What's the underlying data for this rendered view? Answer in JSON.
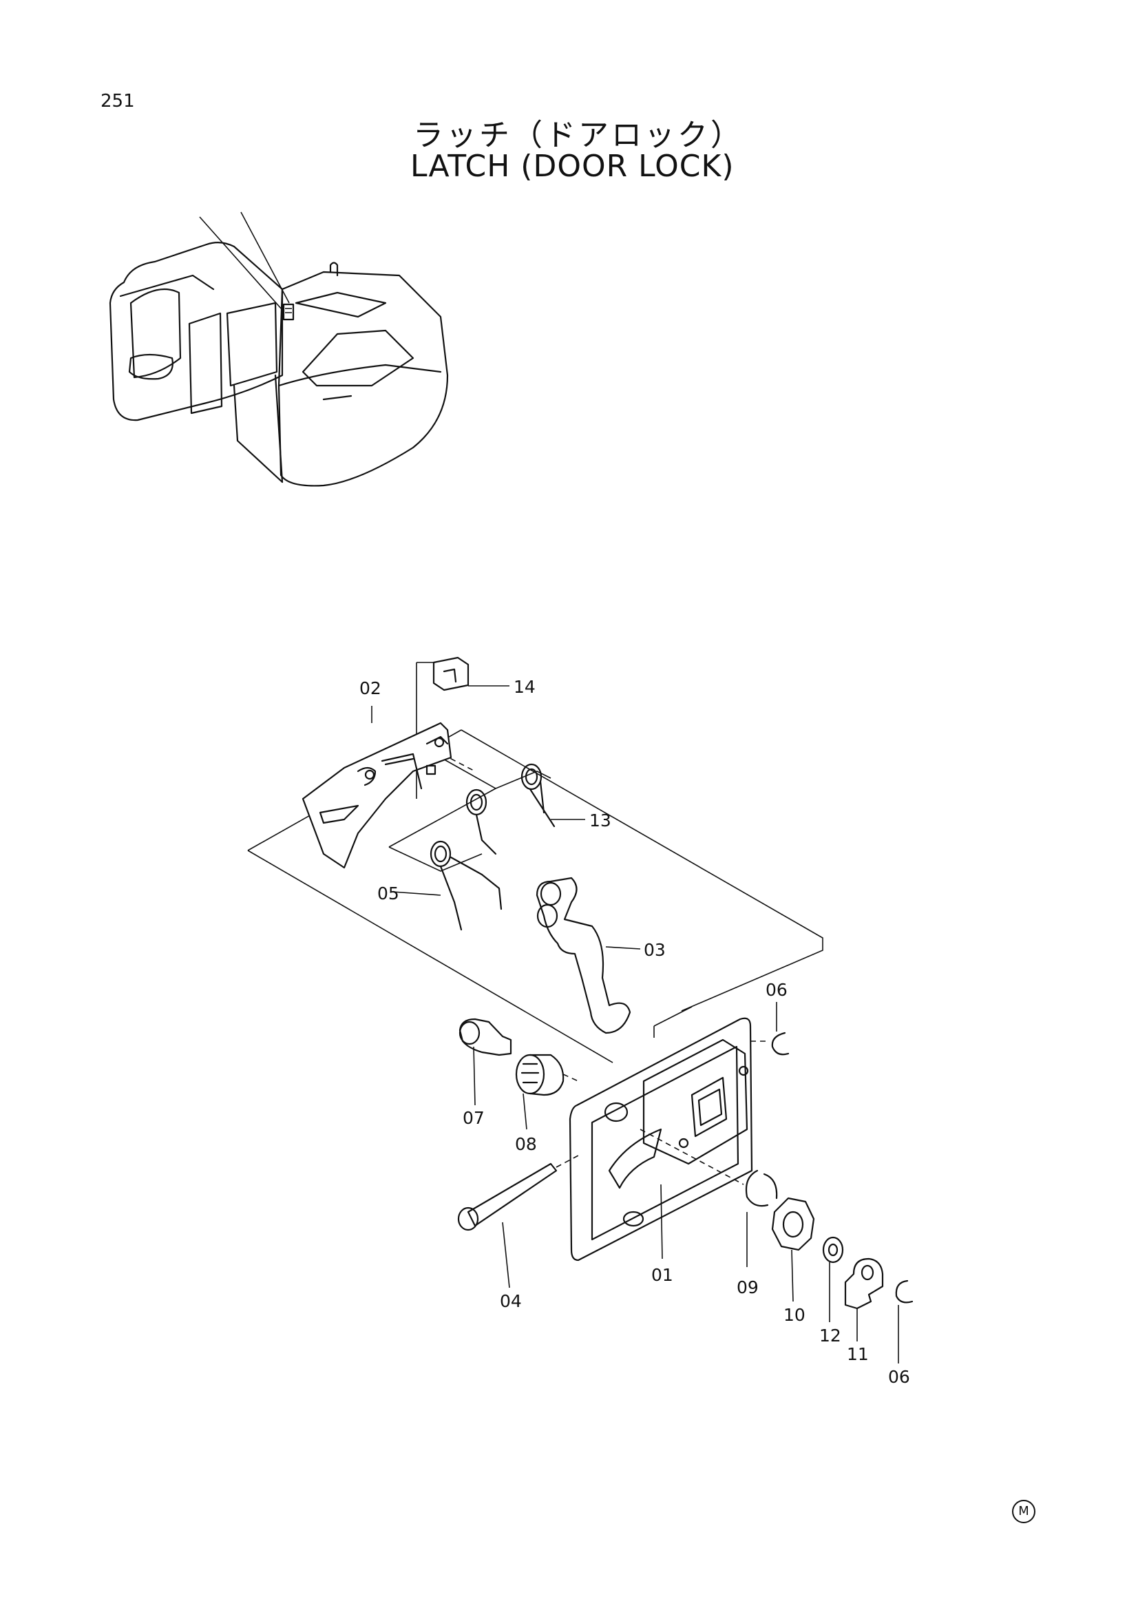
{
  "page": {
    "number": "251",
    "mark": "M"
  },
  "title": {
    "jp": "ラッチ（ドアロック）",
    "en": "LATCH (DOOR LOCK)"
  },
  "parts": [
    {
      "id": "p01",
      "label": "01"
    },
    {
      "id": "p02",
      "label": "02"
    },
    {
      "id": "p03",
      "label": "03"
    },
    {
      "id": "p04",
      "label": "04"
    },
    {
      "id": "p05",
      "label": "05"
    },
    {
      "id": "p06a",
      "label": "06"
    },
    {
      "id": "p06b",
      "label": "06"
    },
    {
      "id": "p07",
      "label": "07"
    },
    {
      "id": "p08",
      "label": "08"
    },
    {
      "id": "p09",
      "label": "09"
    },
    {
      "id": "p10",
      "label": "10"
    },
    {
      "id": "p11",
      "label": "11"
    },
    {
      "id": "p12",
      "label": "12"
    },
    {
      "id": "p13",
      "label": "13"
    },
    {
      "id": "p14",
      "label": "14"
    }
  ]
}
